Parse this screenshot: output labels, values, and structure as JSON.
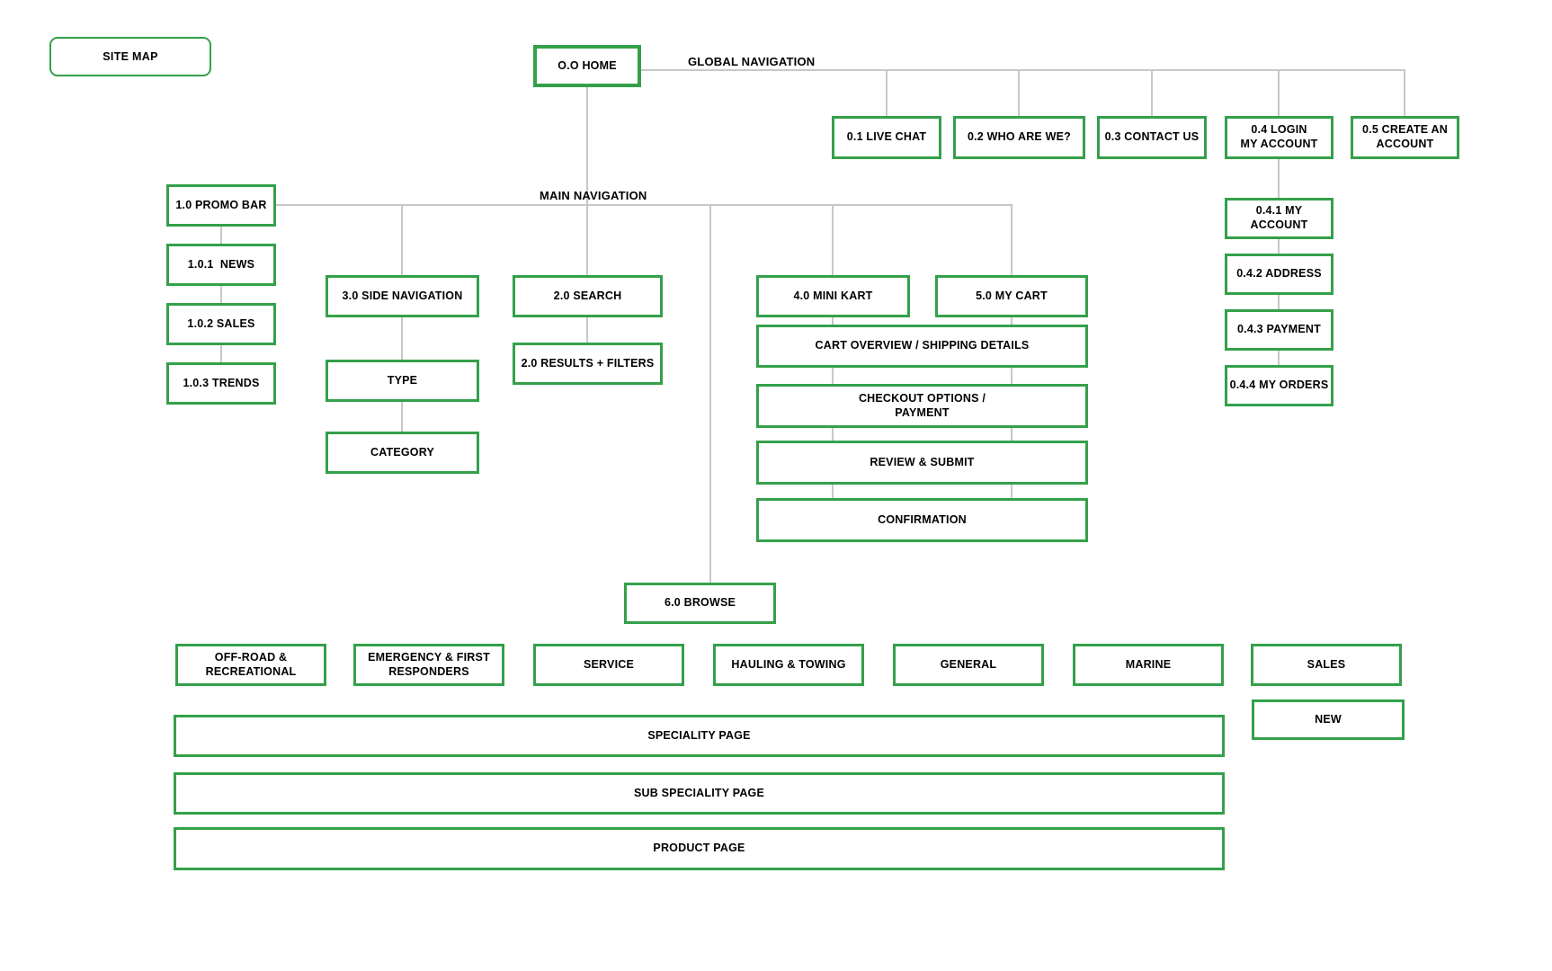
{
  "page": {
    "badge": "SITE MAP"
  },
  "labels": {
    "global_nav": "GLOBAL NAVIGATION",
    "main_nav": "MAIN NAVIGATION"
  },
  "nodes": {
    "home": "O.O HOME",
    "global": [
      "0.1 LIVE CHAT",
      "0.2 WHO ARE WE?",
      "0.3 CONTACT US",
      "0.4 LOGIN\nMY ACCOUNT",
      "0.5 CREATE AN\nACCOUNT"
    ],
    "account": [
      "0.4.1 MY ACCOUNT",
      "0.4.2 ADDRESS",
      "0.4.3 PAYMENT",
      "0.4.4 MY ORDERS"
    ],
    "promo": [
      "1.0 PROMO BAR",
      "1.0.1  NEWS",
      "1.0.2 SALES",
      "1.0.3 TRENDS"
    ],
    "side_nav": [
      "3.0 SIDE NAVIGATION",
      "TYPE",
      "CATEGORY"
    ],
    "search": [
      "2.0 SEARCH",
      "2.0 RESULTS + FILTERS"
    ],
    "mini_kart": "4.0 MINI KART",
    "my_cart": "5.0 MY CART",
    "checkout_flow": [
      "CART OVERVIEW / SHIPPING DETAILS",
      "CHECKOUT OPTIONS /\nPAYMENT",
      "REVIEW & SUBMIT",
      "CONFIRMATION"
    ],
    "browse": "6.0 BROWSE",
    "categories": [
      "OFF-ROAD &\nRECREATIONAL",
      "EMERGENCY & FIRST\nRESPONDERS",
      "SERVICE",
      "HAULING & TOWING",
      "GENERAL",
      "MARINE",
      "SALES"
    ],
    "sales_child": "NEW",
    "pages": [
      "SPECIALITY PAGE",
      "SUB SPECIALITY PAGE",
      "PRODUCT PAGE"
    ]
  },
  "colors": {
    "box_border": "#34A04A",
    "connector": "#C8C8C8",
    "text": "#000000",
    "background": "#FFFFFF"
  }
}
